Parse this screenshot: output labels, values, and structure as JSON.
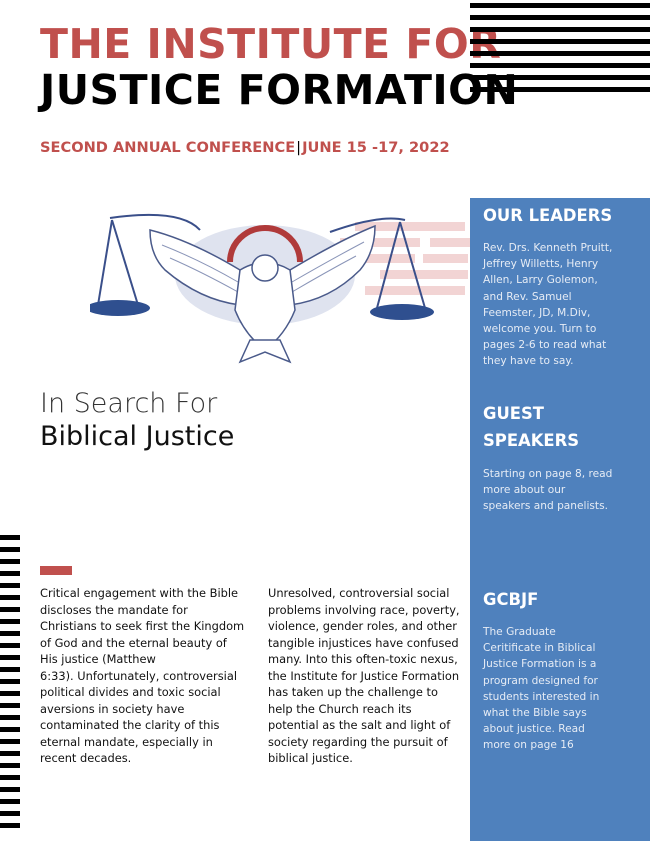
{
  "header": {
    "title_line1": "THE INSTITUTE FOR",
    "title_line2": "JUSTICE FORMATION",
    "subtitle_left": "SECOND ANNUAL CONFERENCE",
    "subtitle_sep": "|",
    "subtitle_right": "JUNE 15 -17, 2022"
  },
  "headline": {
    "line1": "In Search For",
    "line2": "Biblical Justice"
  },
  "body": {
    "col1": "Critical engagement with the Bible\ndiscloses the mandate for\nChristians to seek first the Kingdom\nof God and the eternal beauty of\nHis justice (Matthew\n6:33). Unfortunately, controversial\npolitical divides and toxic social\naversions in society have\ncontaminated the clarity of this\neternal mandate, especially in\nrecent decades.",
    "col2": "Unresolved, controversial social\nproblems involving race, poverty,\nviolence, gender roles, and other\ntangible injustices have confused\nmany. Into this often-toxic nexus,\nthe Institute for Justice Formation\nhas taken up the challenge to\nhelp the Church reach its\npotential as the salt and light of\nsociety regarding the pursuit of\nbiblical justice."
  },
  "sidebar": {
    "leaders_title": "OUR LEADERS",
    "leaders_text": "Rev. Drs. Kenneth Pruitt,\nJeffrey Willetts, Henry\nAllen, Larry Golemon,\nand Rev. Samuel\nFeemster, JD, M.Div,\nwelcome you. Turn to\npages 2-6 to read what\nthey have to say.",
    "speakers_title": "GUEST SPEAKERS",
    "speakers_text": "Starting on page 8, read\nmore about our\nspeakers and panelists.",
    "gcbjf_title": "GCBJF",
    "gcbjf_text": "The Graduate\nCeritificate in Biblical\nJustice Formation is a\nprogram designed for\nstudents interested in\nwhat the Bible says\nabout justice. Read\nmore on page 16"
  },
  "colors": {
    "accent_red": "#c0504d",
    "sidebar_blue": "#4f81bd",
    "dark_blue": "#2f4f8f"
  },
  "icons": {
    "illustration": "dove-with-justice-scales"
  }
}
